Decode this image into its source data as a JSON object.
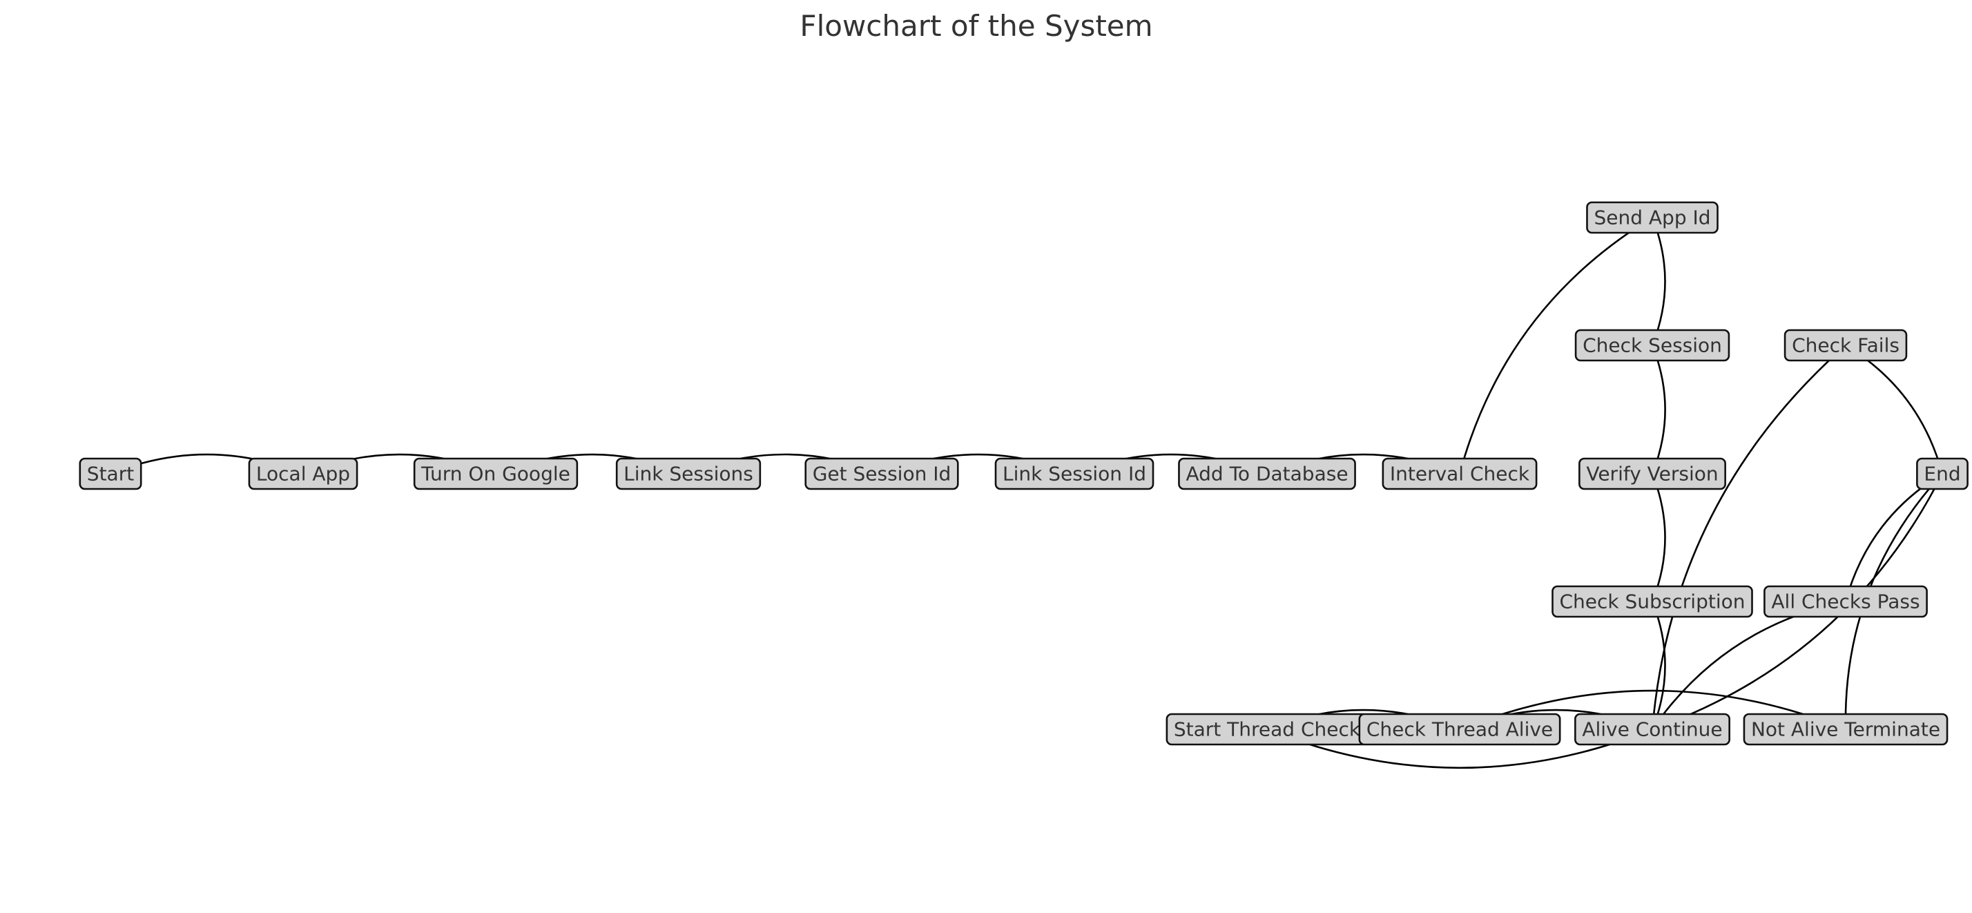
{
  "title": "Flowchart of the System",
  "colors": {
    "node_fill": "#d3d3d3",
    "node_border": "#111111",
    "edge": "#000000",
    "text": "#333333"
  },
  "nodes": [
    {
      "id": "start",
      "label": "Start"
    },
    {
      "id": "local-app",
      "label": "Local App"
    },
    {
      "id": "turn-on-google",
      "label": "Turn On Google"
    },
    {
      "id": "link-sessions",
      "label": "Link Sessions"
    },
    {
      "id": "get-session-id",
      "label": "Get Session Id"
    },
    {
      "id": "link-session-id",
      "label": "Link Session Id"
    },
    {
      "id": "add-to-database",
      "label": "Add To Database"
    },
    {
      "id": "interval-check",
      "label": "Interval Check"
    },
    {
      "id": "send-app-id",
      "label": "Send App Id"
    },
    {
      "id": "check-session",
      "label": "Check Session"
    },
    {
      "id": "verify-version",
      "label": "Verify Version"
    },
    {
      "id": "check-subscription",
      "label": "Check Subscription"
    },
    {
      "id": "alive-continue",
      "label": "Alive Continue"
    },
    {
      "id": "check-fails",
      "label": "Check Fails"
    },
    {
      "id": "all-checks-pass",
      "label": "All Checks Pass"
    },
    {
      "id": "not-alive-terminate",
      "label": "Not Alive Terminate"
    },
    {
      "id": "end",
      "label": "End"
    },
    {
      "id": "start-thread-check",
      "label": "Start Thread Check"
    },
    {
      "id": "check-thread-alive",
      "label": "Check Thread Alive"
    }
  ],
  "edges": [
    {
      "from": "start",
      "to": "local-app"
    },
    {
      "from": "local-app",
      "to": "turn-on-google"
    },
    {
      "from": "turn-on-google",
      "to": "link-sessions"
    },
    {
      "from": "link-sessions",
      "to": "get-session-id"
    },
    {
      "from": "get-session-id",
      "to": "link-session-id"
    },
    {
      "from": "link-session-id",
      "to": "add-to-database"
    },
    {
      "from": "add-to-database",
      "to": "interval-check"
    },
    {
      "from": "interval-check",
      "to": "send-app-id"
    },
    {
      "from": "send-app-id",
      "to": "check-session"
    },
    {
      "from": "check-session",
      "to": "verify-version"
    },
    {
      "from": "verify-version",
      "to": "check-subscription"
    },
    {
      "from": "check-subscription",
      "to": "alive-continue"
    },
    {
      "from": "alive-continue",
      "to": "check-fails"
    },
    {
      "from": "alive-continue",
      "to": "all-checks-pass"
    },
    {
      "from": "alive-continue",
      "to": "start-thread-check"
    },
    {
      "from": "check-fails",
      "to": "end"
    },
    {
      "from": "all-checks-pass",
      "to": "end"
    },
    {
      "from": "not-alive-terminate",
      "to": "end"
    },
    {
      "from": "start-thread-check",
      "to": "check-thread-alive"
    },
    {
      "from": "check-thread-alive",
      "to": "alive-continue"
    },
    {
      "from": "check-thread-alive",
      "to": "not-alive-terminate"
    },
    {
      "from": "end",
      "to": "alive-continue"
    }
  ]
}
